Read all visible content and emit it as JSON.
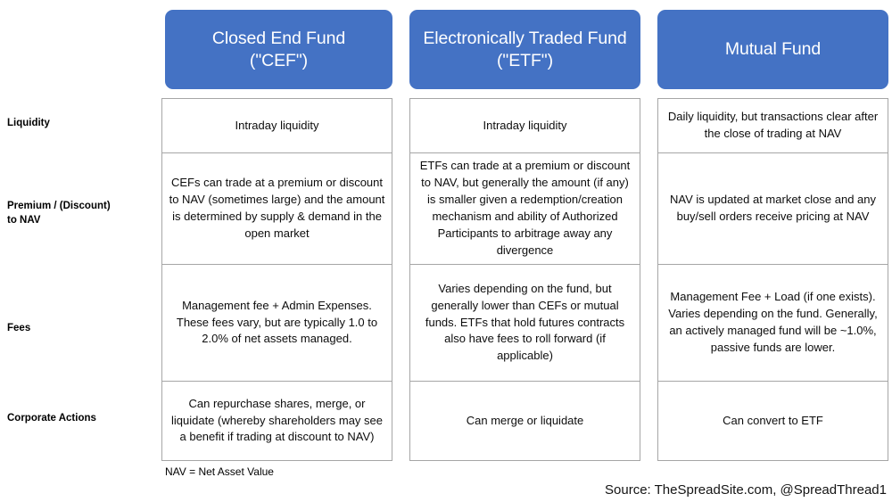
{
  "colors": {
    "header_blue": "#4472C4",
    "header_text": "#FFFFFF",
    "cell_border": "#A6A6A6",
    "body_text": "#0D0D0D",
    "background": "#FFFFFF"
  },
  "columns": [
    {
      "id": "cef",
      "title_line1": "Closed End Fund",
      "title_line2": "(\"CEF\")"
    },
    {
      "id": "etf",
      "title_line1": "Electronically Traded Fund",
      "title_line2": "(\"ETF\")"
    },
    {
      "id": "mutual",
      "title_line1": "Mutual Fund",
      "title_line2": ""
    }
  ],
  "rows": [
    {
      "label": "Liquidity",
      "cells": [
        "Intraday liquidity",
        "Intraday liquidity",
        "Daily liquidity, but transactions clear after the close of trading at NAV"
      ]
    },
    {
      "label": "Premium / (Discount) to NAV",
      "cells": [
        "CEFs can trade at a premium or discount to NAV (sometimes large) and the amount is determined by supply & demand in the open market",
        "ETFs can trade at a premium or discount to NAV, but generally the amount (if any) is smaller given a redemption/creation mechanism and ability of Authorized Participants to arbitrage away any divergence",
        "NAV is updated at market close and any buy/sell orders receive pricing at NAV"
      ]
    },
    {
      "label": "Fees",
      "cells": [
        "Management fee + Admin Expenses. These fees vary, but are typically 1.0 to 2.0% of net assets managed.",
        "Varies depending on the fund, but generally lower than CEFs or mutual funds. ETFs that hold futures contracts also have fees to roll forward (if applicable)",
        "Management Fee + Load (if one exists). Varies depending on the fund. Generally, an actively managed fund will be ~1.0%, passive funds are lower."
      ]
    },
    {
      "label": "Corporate Actions",
      "cells": [
        "Can repurchase shares, merge, or liquidate (whereby shareholders may see a benefit if trading at discount to NAV)",
        "Can merge or liquidate",
        "Can convert to ETF"
      ]
    }
  ],
  "footnotes": {
    "nav_definition": "NAV = Net Asset Value",
    "source": "Source: TheSpreadSite.com, @SpreadThread1"
  }
}
